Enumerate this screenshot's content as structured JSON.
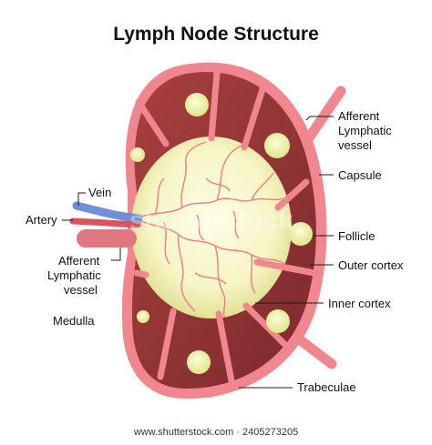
{
  "title": "Lymph Node Structure",
  "labels": {
    "afferent_right": [
      "Afferent",
      "Lymphatic",
      "vessel"
    ],
    "capsule": "Capsule",
    "follicle": "Follicle",
    "outer_cortex": "Outer cortex",
    "inner_cortex": "Inner cortex",
    "trabeculae": "Trabeculae",
    "vein": "Vein",
    "artery": "Artery",
    "afferent_left": [
      "Afferent",
      "Lymphatic",
      "vessel"
    ],
    "medulla": "Medulla"
  },
  "watermark": "shutterstock",
  "footer": "www.shutterstock.com · 2405273205",
  "colors": {
    "capsule": "#f0868e",
    "compartment": "#9c3a3c",
    "compartment_dark": "#7e2a2d",
    "medulla_center": "#fbfbdc",
    "medulla_edge": "#e7e59a",
    "follicle": "#f2f4a8",
    "vessel": "#f07a86",
    "vein": "#6f8fd8",
    "artery": "#d9545c"
  }
}
